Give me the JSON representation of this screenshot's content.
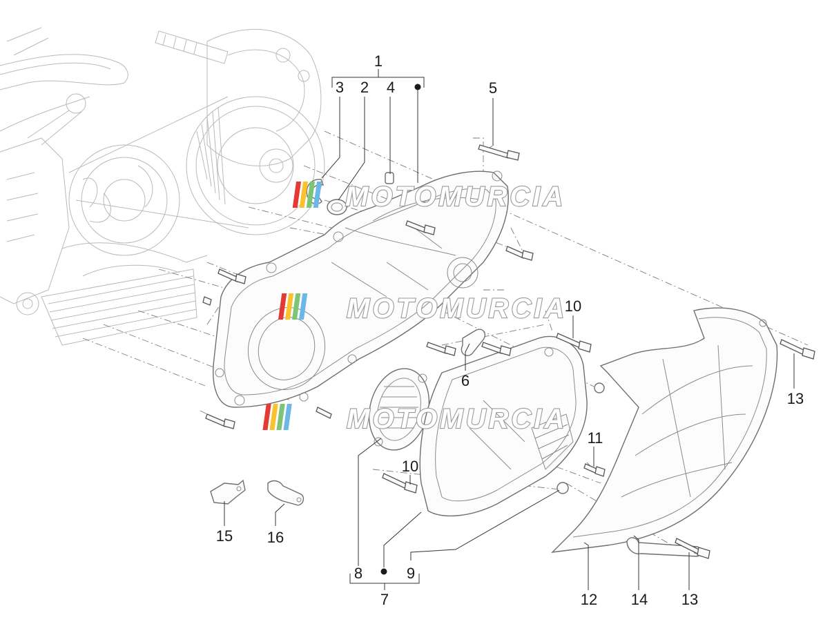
{
  "diagram": {
    "callouts": [
      {
        "id": "c1",
        "text": "1"
      },
      {
        "id": "c2",
        "text": "2"
      },
      {
        "id": "c3",
        "text": "3"
      },
      {
        "id": "c4",
        "text": "4"
      },
      {
        "id": "c5",
        "text": "5"
      },
      {
        "id": "c6",
        "text": "6"
      },
      {
        "id": "c7",
        "text": "7"
      },
      {
        "id": "c8",
        "text": "8"
      },
      {
        "id": "c9",
        "text": "9"
      },
      {
        "id": "c10a",
        "text": "10"
      },
      {
        "id": "c10b",
        "text": "10"
      },
      {
        "id": "c11",
        "text": "11"
      },
      {
        "id": "c12",
        "text": "12"
      },
      {
        "id": "c13a",
        "text": "13"
      },
      {
        "id": "c13b",
        "text": "13"
      },
      {
        "id": "c14",
        "text": "14"
      },
      {
        "id": "c15",
        "text": "15"
      },
      {
        "id": "c16",
        "text": "16"
      }
    ],
    "watermark": "MOTOMURCIA",
    "colors": {
      "line": "#6e6e6e",
      "text": "#1a1a1a",
      "logo_red": "#e53935",
      "logo_yellow": "#f9c22e",
      "logo_green": "#7cc576",
      "logo_blue": "#6bb7e8"
    }
  }
}
